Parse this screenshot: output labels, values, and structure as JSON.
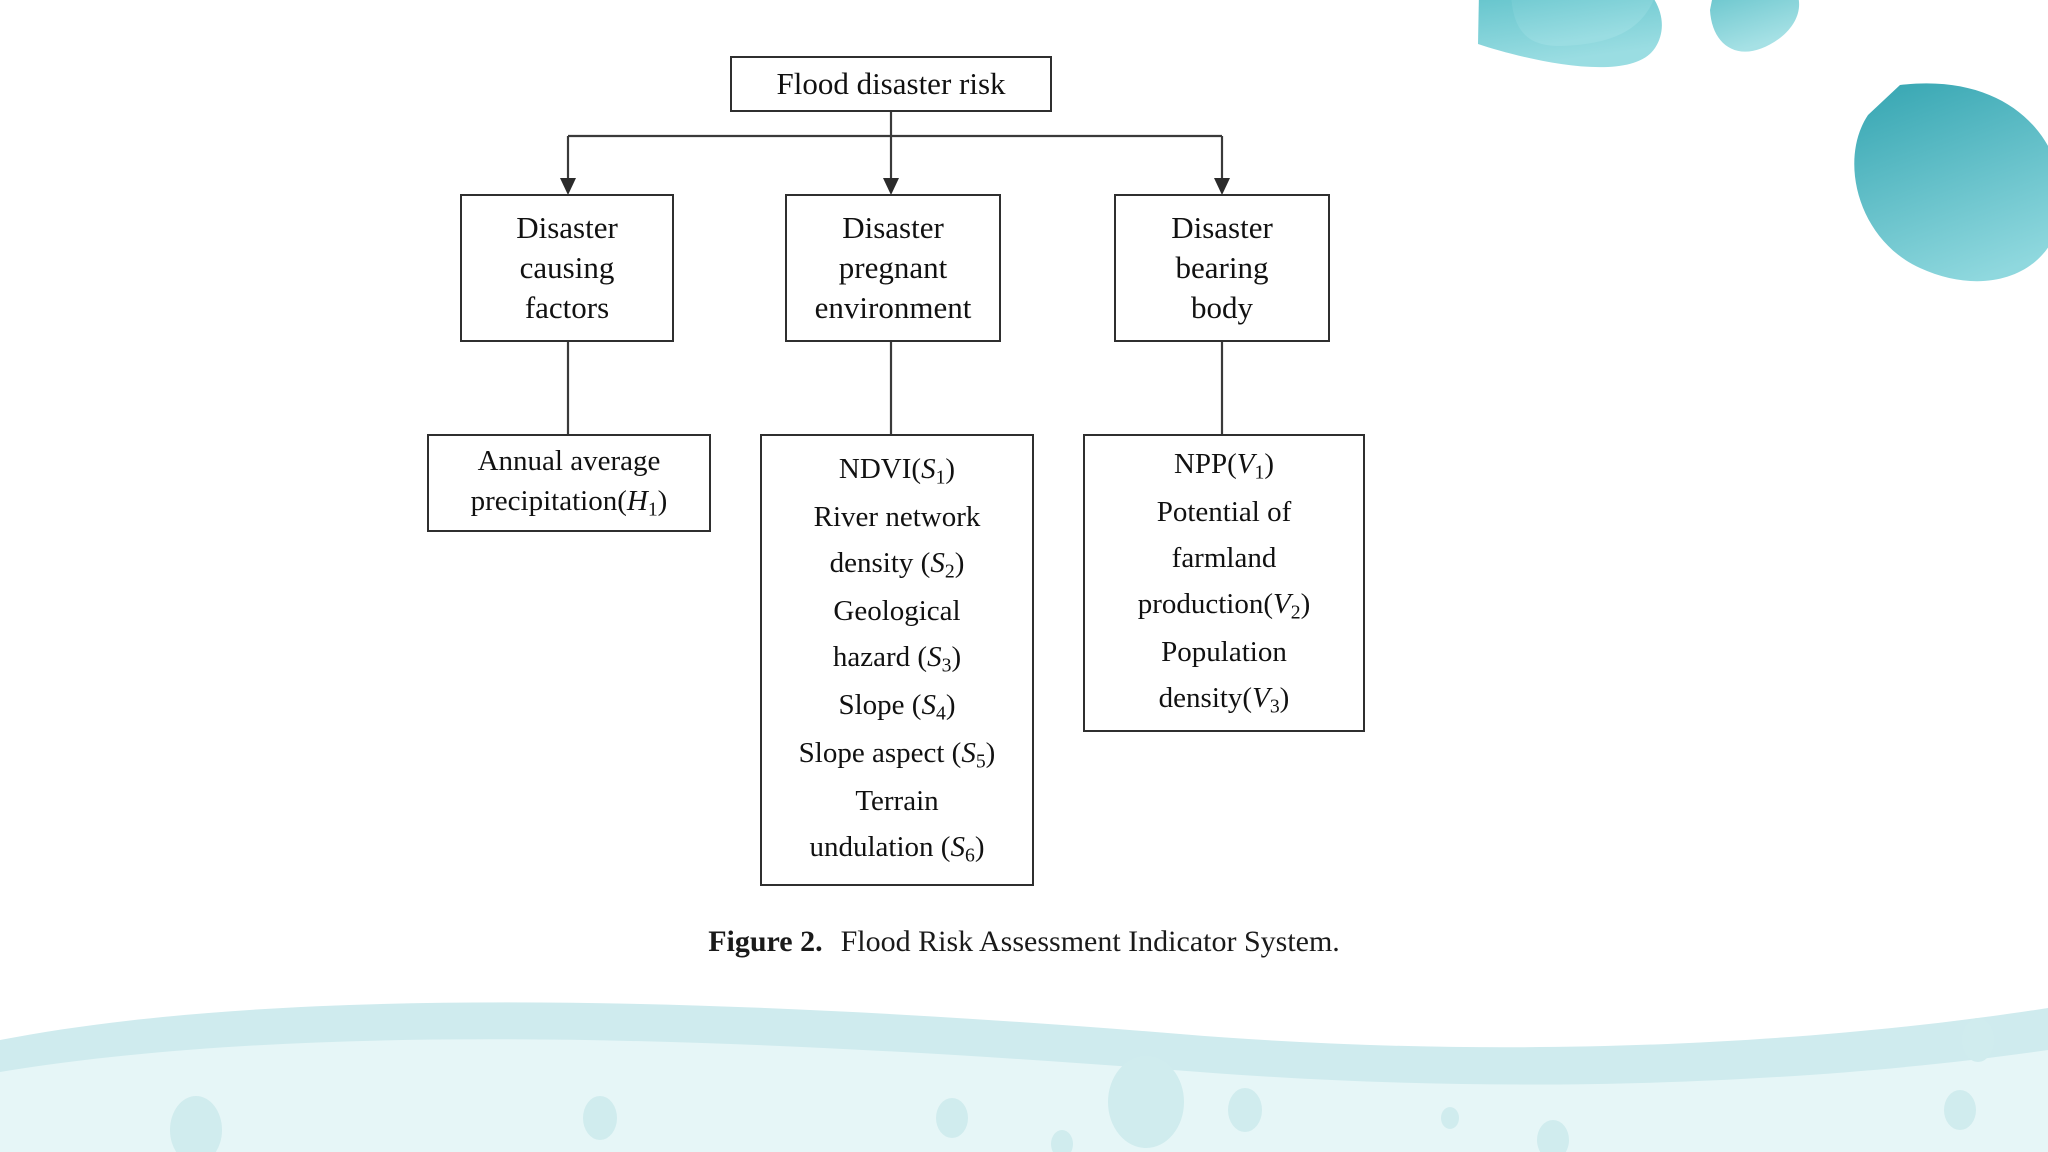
{
  "slide": {
    "background_color": "#ffffff",
    "accent_color": "#61c3cb",
    "wave_color_light": "#e4f5f6",
    "wave_color_mid": "#cdeaec",
    "line_color": "#2f2f2f"
  },
  "figure": {
    "root": {
      "label": "Flood disaster risk"
    },
    "level2": [
      {
        "id": "disaster-causing-factors",
        "lines": [
          "Disaster",
          "causing",
          "factors"
        ]
      },
      {
        "id": "disaster-pregnant-environment",
        "lines": [
          "Disaster",
          "pregnant",
          "environment"
        ]
      },
      {
        "id": "disaster-bearing-body",
        "lines": [
          "Disaster",
          "bearing",
          "body"
        ]
      }
    ],
    "level3": [
      {
        "id": "hazard-indicators",
        "items": [
          {
            "text": "Annual average",
            "code": ""
          },
          {
            "text": "precipitation(",
            "code": "H",
            "sub": "1",
            "tail": ")"
          }
        ]
      },
      {
        "id": "environment-indicators",
        "items": [
          {
            "text": "NDVI(",
            "code": "S",
            "sub": "1",
            "tail": ")"
          },
          {
            "text": "River network",
            "code": ""
          },
          {
            "text": "density (",
            "code": "S",
            "sub": "2",
            "tail": ")"
          },
          {
            "text": "Geological",
            "code": ""
          },
          {
            "text": "hazard (",
            "code": "S",
            "sub": "3",
            "tail": ")"
          },
          {
            "text": "Slope (",
            "code": "S",
            "sub": "4",
            "tail": ")"
          },
          {
            "text": "Slope aspect (",
            "code": "S",
            "sub": "5",
            "tail": ")"
          },
          {
            "text": "Terrain",
            "code": ""
          },
          {
            "text": "undulation (",
            "code": "S",
            "sub": "6",
            "tail": ")"
          }
        ]
      },
      {
        "id": "bearing-body-indicators",
        "items": [
          {
            "text": "NPP(",
            "code": "V",
            "sub": "1",
            "tail": ")"
          },
          {
            "text": "Potential of",
            "code": ""
          },
          {
            "text": "farmland",
            "code": ""
          },
          {
            "text": "production(",
            "code": "V",
            "sub": "2",
            "tail": ")"
          },
          {
            "text": "Population",
            "code": ""
          },
          {
            "text": "density(",
            "code": "V",
            "sub": "3",
            "tail": ")"
          }
        ]
      }
    ]
  },
  "caption": {
    "label": "Figure 2.",
    "text": "Flood Risk Assessment Indicator System."
  }
}
